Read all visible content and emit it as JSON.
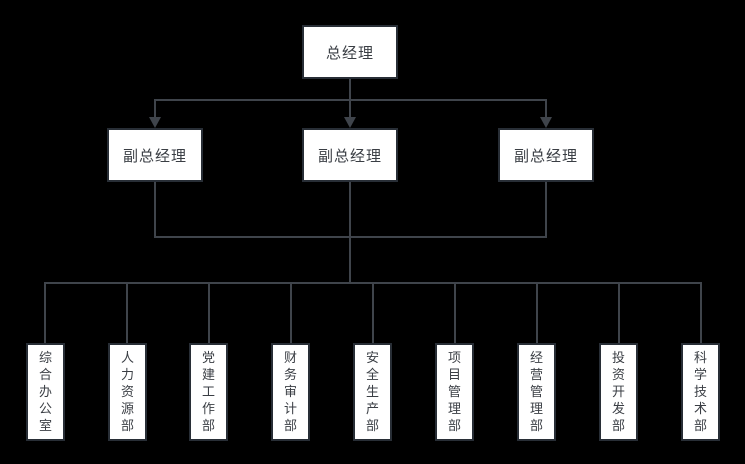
{
  "diagram": {
    "type": "org-chart",
    "root": {
      "label": "总经理"
    },
    "deputies": [
      {
        "label": "副总经理"
      },
      {
        "label": "副总经理"
      },
      {
        "label": "副总经理"
      }
    ],
    "departments": [
      {
        "label": "综合办公室"
      },
      {
        "label": "人力资源部"
      },
      {
        "label": "党建工作部"
      },
      {
        "label": "财务审计部"
      },
      {
        "label": "安全生产部"
      },
      {
        "label": "项目管理部"
      },
      {
        "label": "经营管理部"
      },
      {
        "label": "投资开发部"
      },
      {
        "label": "科学技术部"
      }
    ]
  },
  "colors": {
    "background": "#000000",
    "box_fill": "#ffffff",
    "box_border": "#282e36",
    "line": "#3f444b",
    "text": "#3a3e44"
  }
}
